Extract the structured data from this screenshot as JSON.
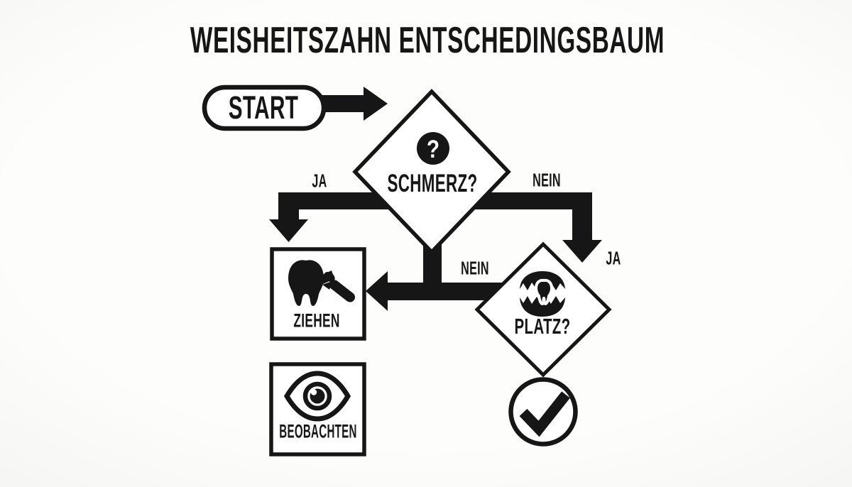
{
  "title": "WEISHEITSZAHN ENTSCHEDINGSBAUM",
  "colors": {
    "ink": "#161616",
    "paper": "#fcfcfb"
  },
  "nodes": {
    "start": {
      "type": "start",
      "label": "START"
    },
    "schmerz": {
      "type": "decision",
      "label": "SCHMERZ?",
      "icon": "question-mark-icon",
      "icon_glyph": "?"
    },
    "platz": {
      "type": "decision",
      "label": "PLATZ?",
      "icon": "jaw-with-tooth-icon"
    },
    "ziehen": {
      "type": "action",
      "label": "ZIEHEN",
      "icon": "tooth-extraction-icon"
    },
    "beobachten": {
      "type": "action",
      "label": "BEOBACHTEN",
      "icon": "eye-icon"
    },
    "ok": {
      "type": "terminal",
      "icon": "checkmark-icon"
    }
  },
  "edges": {
    "start_to_schmerz": {
      "from": "start",
      "to": "schmerz"
    },
    "schmerz_ja": {
      "from": "schmerz",
      "to": "ziehen",
      "label": "JA"
    },
    "schmerz_nein": {
      "from": "schmerz",
      "to": "platz",
      "label": "NEIN"
    },
    "platz_nein": {
      "from": "platz",
      "to": "ziehen",
      "label": "NEIN"
    },
    "platz_ja": {
      "from": "platz",
      "to": "ok",
      "label": "JA"
    }
  }
}
